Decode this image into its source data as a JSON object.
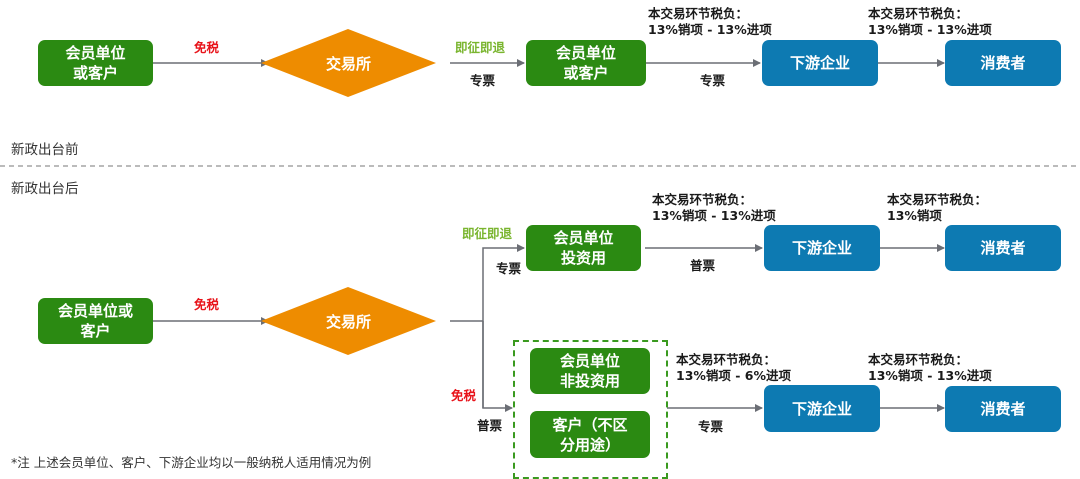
{
  "colors": {
    "member_green": "#2b8a12",
    "exchange_orange": "#ee8c00",
    "downstream_blue": "#0d7ab2",
    "exempt_red": "#e8141b",
    "refund_green": "#7ab52f",
    "arrow_gray": "#6b6e75"
  },
  "before": {
    "section_label": "新政出台前",
    "source_node": "会员单位\n或客户",
    "exempt_label": "免税",
    "exchange": "交易所",
    "refund_label": "即征即退",
    "invoice_1": "专票",
    "member_node": "会员单位\n或客户",
    "tax_1_title": "本交易环节税负：",
    "tax_1_value": "13%销项 - 13%进项",
    "invoice_2": "专票",
    "downstream": "下游企业",
    "tax_2_title": "本交易环节税负：",
    "tax_2_value": "13%销项 - 13%进项",
    "consumer": "消费者"
  },
  "after": {
    "section_label": "新政出台后",
    "source_node": "会员单位或\n客户",
    "exempt_label": "免税",
    "exchange": "交易所",
    "upper": {
      "refund_label": "即征即退",
      "invoice_1": "专票",
      "member_node": "会员单位\n投资用",
      "tax_1_title": "本交易环节税负：",
      "tax_1_value": "13%销项 - 13%进项",
      "invoice_2": "普票",
      "downstream": "下游企业",
      "tax_2_title": "本交易环节税负：",
      "tax_2_value": "13%销项",
      "consumer": "消费者"
    },
    "lower": {
      "exempt_label": "免税",
      "invoice_1": "普票",
      "member_node": "会员单位\n非投资用",
      "customer_node": "客户（不区\n分用途）",
      "tax_1_title": "本交易环节税负：",
      "tax_1_value": "13%销项 - 6%进项",
      "invoice_2": "专票",
      "downstream": "下游企业",
      "tax_2_title": "本交易环节税负：",
      "tax_2_value": "13%销项 - 13%进项",
      "consumer": "消费者"
    }
  },
  "footnote": "*注 上述会员单位、客户、下游企业均以一般纳税人适用情况为例"
}
